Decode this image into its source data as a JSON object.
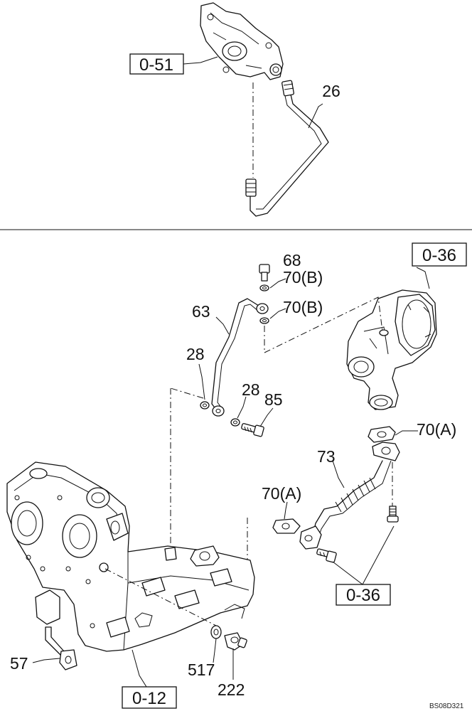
{
  "labels": {
    "p26": "26",
    "p68": "68",
    "p70b_1": "70(B)",
    "p70b_2": "70(B)",
    "p63": "63",
    "p28_1": "28",
    "p28_2": "28",
    "p85": "85",
    "p70a_1": "70(A)",
    "p70a_2": "70(A)",
    "p73": "73",
    "p57": "57",
    "p517": "517",
    "p222": "222"
  },
  "refs": {
    "r051": "0-51",
    "r036_top": "0-36",
    "r036_bottom": "0-36",
    "r012": "0-12"
  },
  "drawing_code": "BS08D321"
}
